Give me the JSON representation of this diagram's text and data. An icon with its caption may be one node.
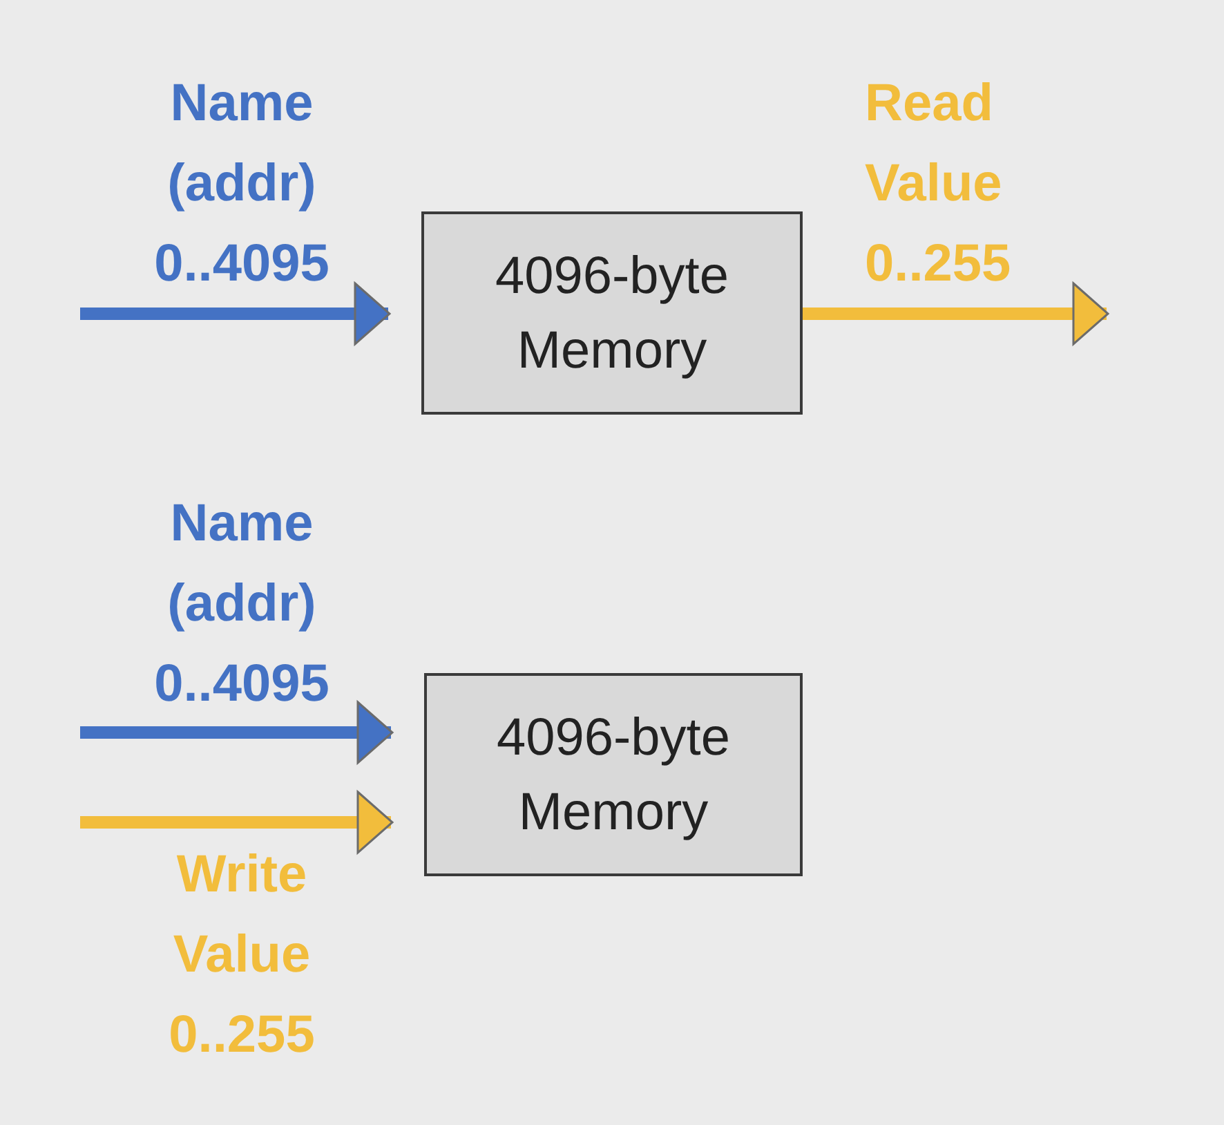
{
  "diagram": {
    "nodes": [
      {
        "text": [
          "4096-byte Memory"
        ]
      },
      {
        "text": [
          "4096-byte Memory"
        ]
      }
    ],
    "edges": [
      {
        "from": null,
        "to": 0,
        "arrow": "to",
        "label": "Name (addr) 0..4095",
        "color": "#4472c4"
      },
      {
        "from": 0,
        "to": null,
        "arrow": "to",
        "label": "Read Value 0..255",
        "color": "#f2bd3c"
      },
      {
        "from": null,
        "to": 1,
        "arrow": "to",
        "label": "Name (addr) 0..4095",
        "color": "#4472c4"
      },
      {
        "from": null,
        "to": 1,
        "arrow": "to",
        "label": "Write Value 0..255",
        "color": "#f2bd3c"
      }
    ]
  }
}
